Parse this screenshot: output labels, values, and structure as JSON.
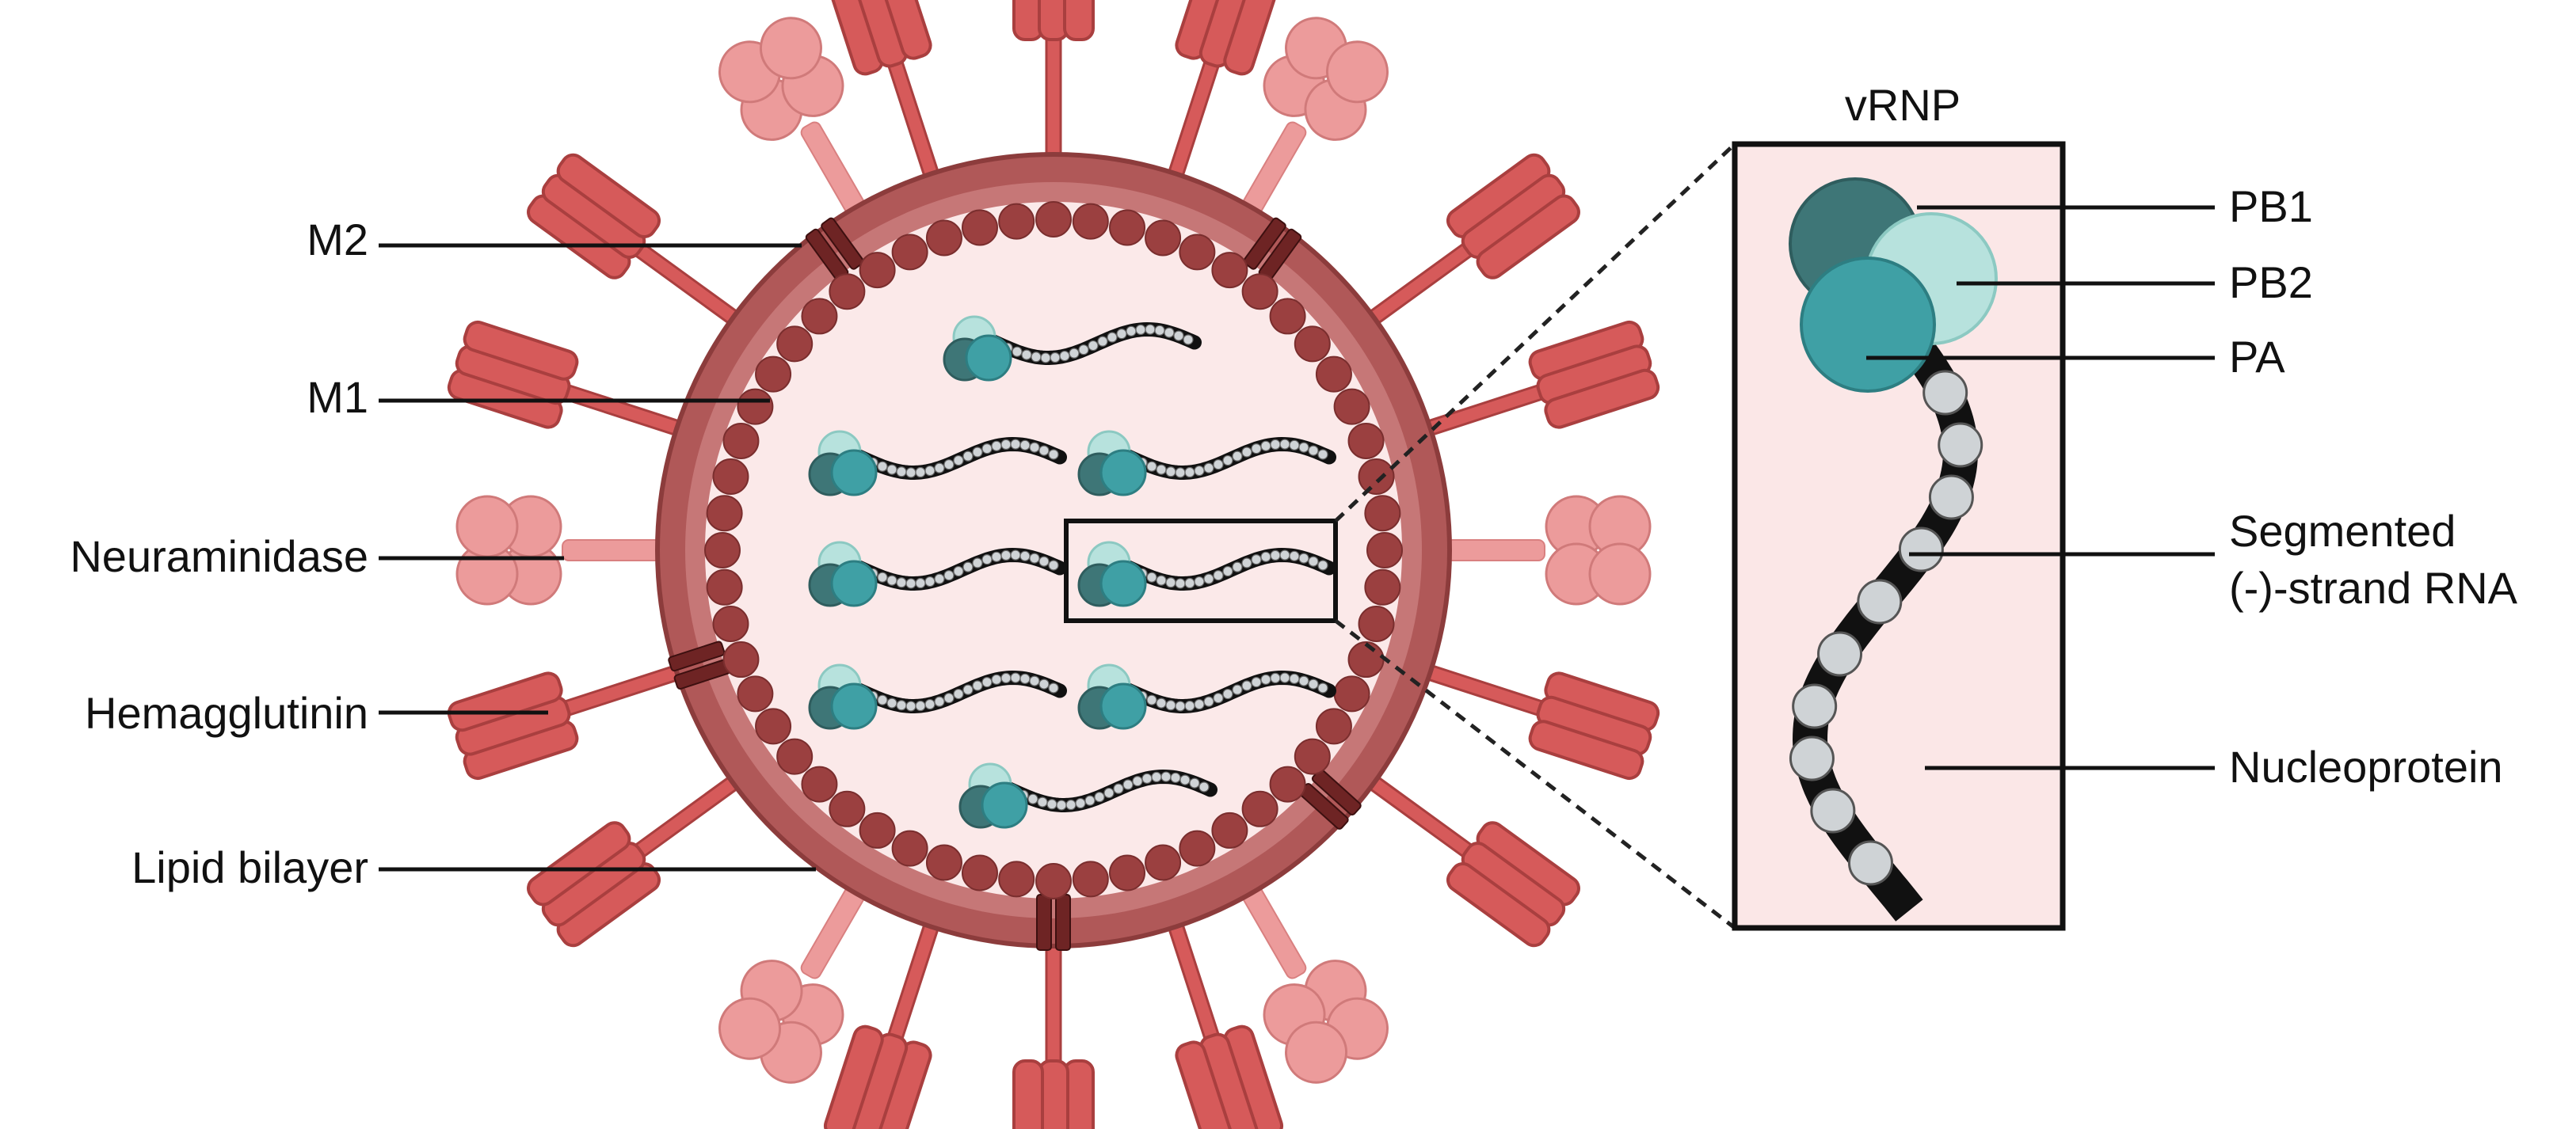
{
  "diagram": {
    "left_labels": {
      "m2": "M2",
      "m1": "M1",
      "neuraminidase": "Neuraminidase",
      "hemagglutinin": "Hemagglutinin",
      "lipid_bilayer": "Lipid bilayer"
    },
    "inset": {
      "title": "vRNP",
      "labels": {
        "pb1": "PB1",
        "pb2": "PB2",
        "pa": "PA",
        "rna_line1": "Segmented",
        "rna_line2": "(-)-strand RNA",
        "nucleoprotein": "Nucleoprotein"
      }
    }
  },
  "colors": {
    "hemagglutinin": "#d65a5a",
    "hemagglutinin_dark": "#a93f3f",
    "neuraminidase": "#ec9b9b",
    "m2_channel": "#6e2424",
    "envelope": "#a94e4e",
    "m1": "#9b4040",
    "core": "#fbe9e9",
    "pb1": "#3e7677",
    "pb2": "#b7e2dd",
    "pa": "#3fa0a5",
    "nucleoprotein": "#cfd3d6",
    "rna": "#111111"
  }
}
